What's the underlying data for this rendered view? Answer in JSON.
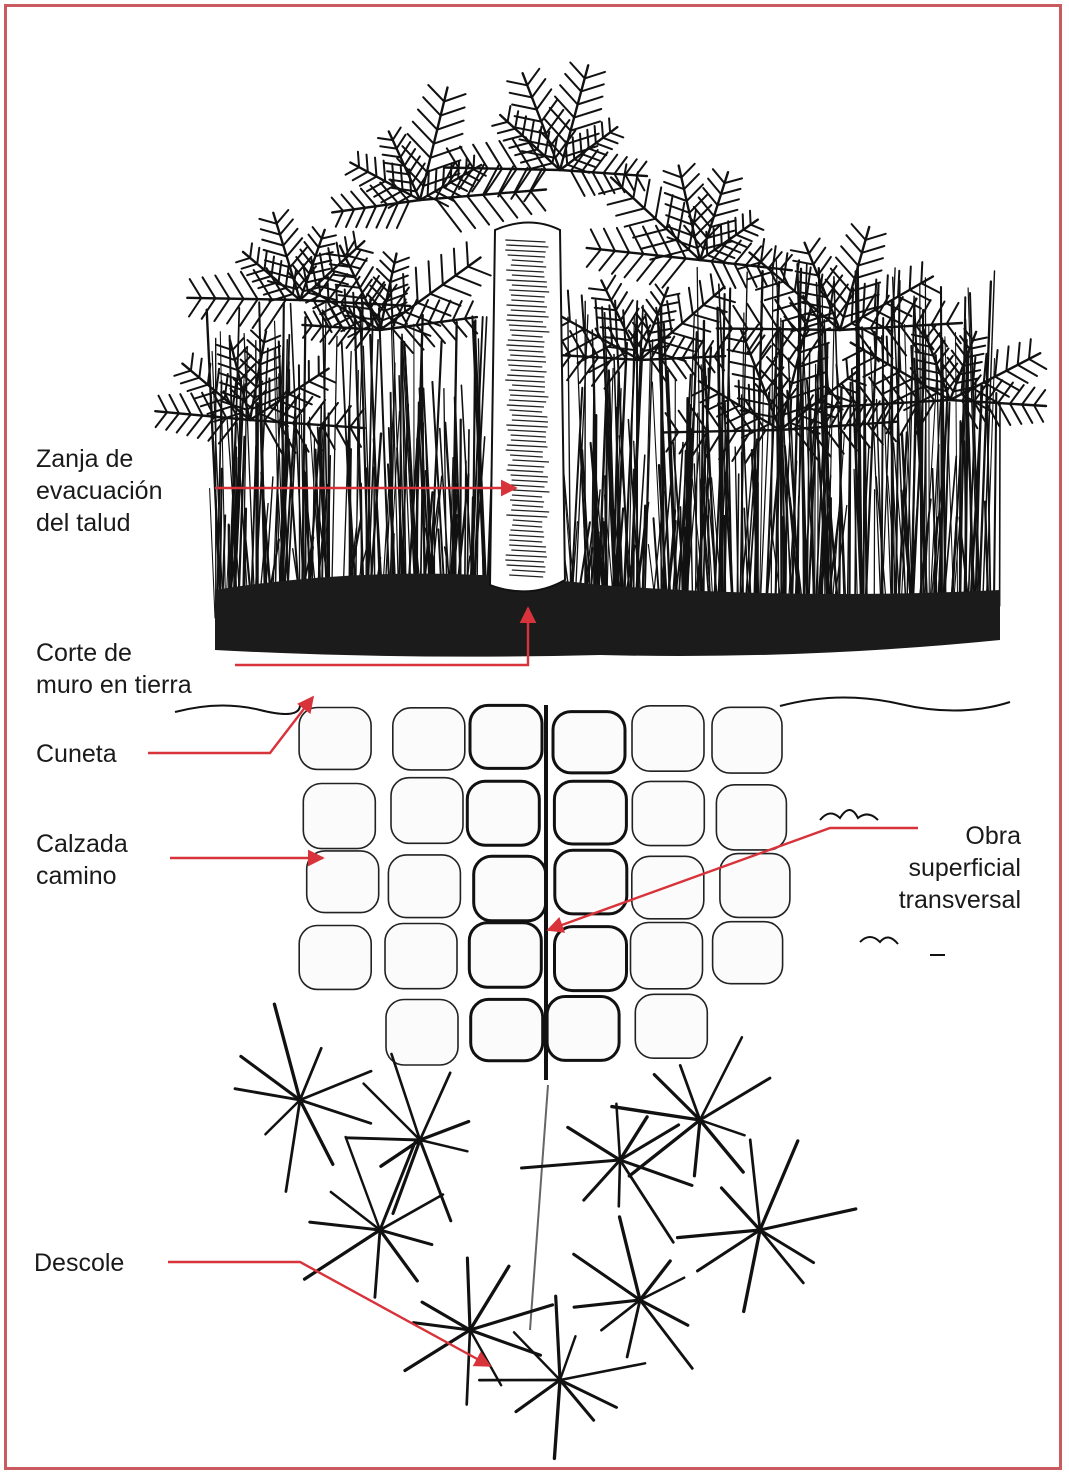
{
  "labels": {
    "zanja": [
      "Zanja de",
      "evacuación",
      "del talud"
    ],
    "corte": [
      "Corte de",
      "muro en tierra"
    ],
    "cuneta": [
      "Cuneta"
    ],
    "calzada": [
      "Calzada",
      "camino"
    ],
    "obra": [
      "Obra",
      "superficial",
      "transversal"
    ],
    "descole": [
      "Descole"
    ]
  },
  "colors": {
    "frame": "#c95a60",
    "arrow": "#d8333a",
    "ink": "#1a1a1a"
  }
}
